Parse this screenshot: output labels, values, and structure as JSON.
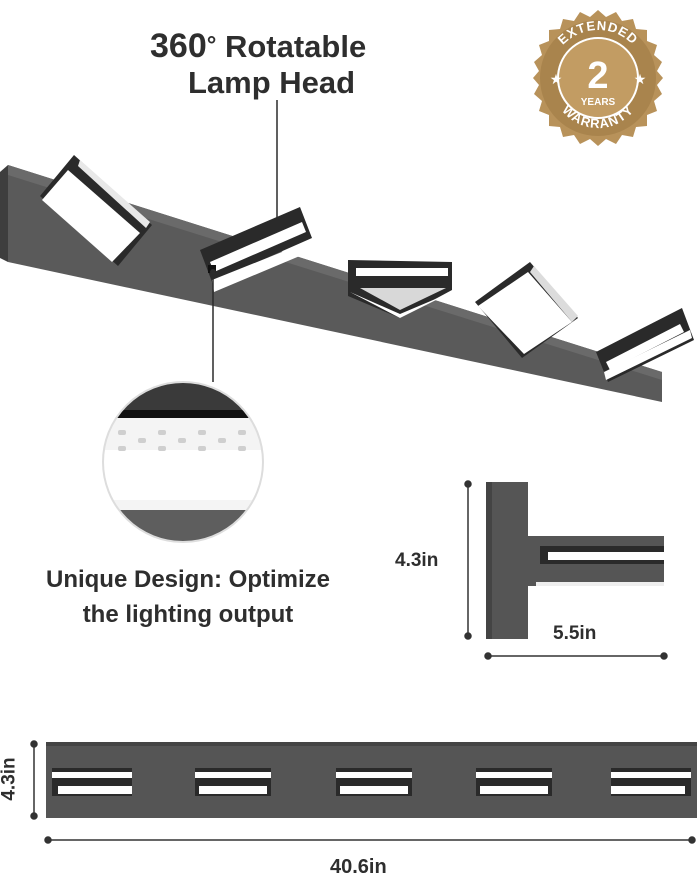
{
  "headline": {
    "degrees": "360",
    "degree_symbol": "°",
    "line1_rest": " Rotatable",
    "line2": "Lamp Head"
  },
  "warranty_badge": {
    "top_text": "EXTENDED",
    "number": "2",
    "unit": "YEARS",
    "bottom_text": "WARRANTY",
    "colors": {
      "gold": "#b8925a",
      "gold_dark": "#8a6a3a",
      "text": "#ffffff"
    }
  },
  "design_caption": {
    "line1": "Unique Design: Optimize",
    "line2": "the lighting output"
  },
  "dimensions": {
    "side_height": "4.3in",
    "side_depth": "5.5in",
    "front_height": "4.3in",
    "front_width": "40.6in"
  },
  "fixture": {
    "lamp_count": 5,
    "colors": {
      "body": "#5a5a5a",
      "body_dark": "#3a3a3a",
      "lamp_face": "#ffffff",
      "lamp_shell": "#2a2a2a"
    }
  }
}
